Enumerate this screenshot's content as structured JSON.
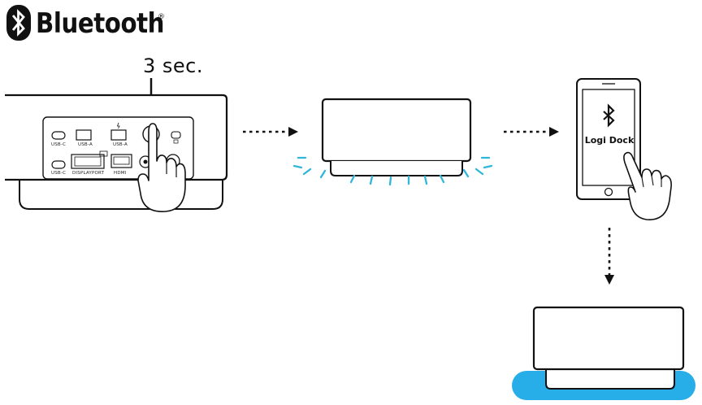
{
  "header": {
    "brand_name": "Bluetooth",
    "registered_mark": "®",
    "logo_icon": "bluetooth-logo-icon"
  },
  "step1": {
    "hold_duration": "3 sec.",
    "ports": {
      "usb_c_top": "USB-C",
      "usb_a_1": "USB-A",
      "usb_a_2": "USB-A",
      "usb_c_bottom": "USB-C",
      "displayport": "DISPLAYPORT",
      "hdmi": "HDMI"
    }
  },
  "phone": {
    "device_name": "Logi Dock",
    "icon": "bluetooth-icon"
  },
  "colors": {
    "ink": "#111111",
    "pairing_blink": "#2fb6d8",
    "connected_glow": "#27aee8"
  }
}
